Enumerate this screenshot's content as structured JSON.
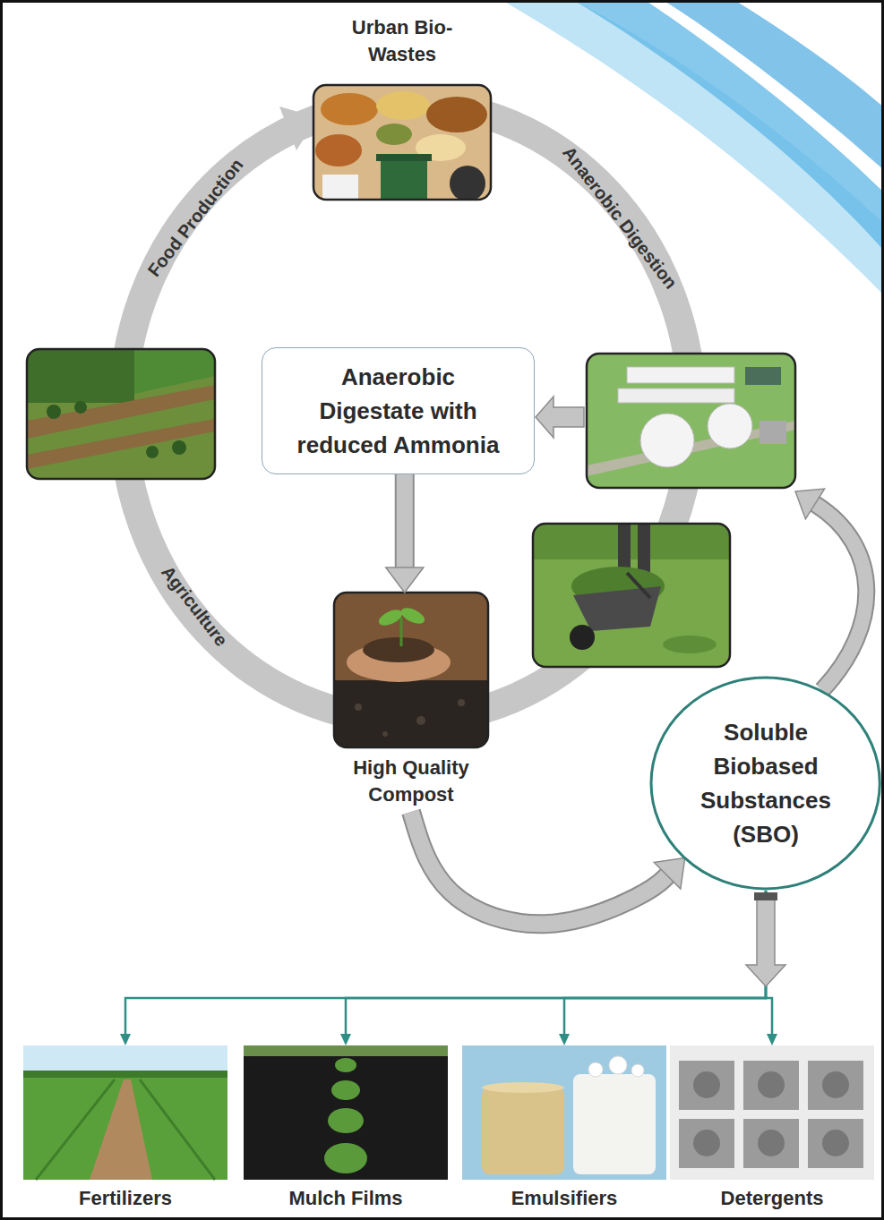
{
  "diagram": {
    "nodes": [
      {
        "text": [
          "Urban Bio-Wastes"
        ]
      },
      {
        "text": [
          "Anaerobic Digestate with reduced Ammonia"
        ]
      },
      {
        "text": [
          "High Quality Compost"
        ]
      },
      {
        "text": [
          "Soluble Biobased Substances (SBO)"
        ]
      },
      {
        "text": [
          "Fertilizers"
        ]
      },
      {
        "text": [
          "Mulch Films"
        ]
      },
      {
        "text": [
          "Emulsifiers"
        ]
      },
      {
        "text": [
          "Detergents"
        ]
      }
    ],
    "edges": [
      {
        "from": 1,
        "to": 2,
        "arrow": "to"
      },
      {
        "from": 2,
        "to": 3,
        "arrow": "to"
      },
      {
        "from": 3,
        "to": 4,
        "arrow": "to"
      },
      {
        "from": 3,
        "to": 5,
        "arrow": "to"
      },
      {
        "from": 3,
        "to": 6,
        "arrow": "to"
      },
      {
        "from": 3,
        "to": 7,
        "arrow": "to"
      }
    ],
    "labels": [
      "Food Production",
      "Anaerobic Digestion",
      "Agriculture"
    ]
  }
}
